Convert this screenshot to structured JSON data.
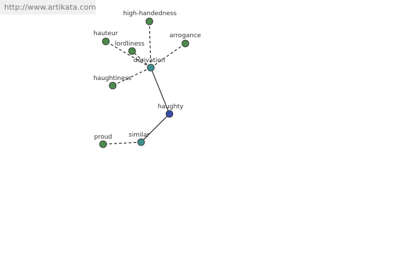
{
  "source_url": "http://www.artikata.com",
  "colors": {
    "background": "#ffffff",
    "banner": "#f0f0f0",
    "url_text": "#7a7a7a",
    "edge": "#000000",
    "leaf_node": "#4e8a4e",
    "hub_node": "#3f8f8f",
    "center_node": "#3a4fa8",
    "node_stroke": "#2a2a2a"
  },
  "nodes": [
    {
      "id": "haughty",
      "label": "haughty",
      "kind": "center"
    },
    {
      "id": "derivation",
      "label": "derivation",
      "kind": "hub"
    },
    {
      "id": "similar",
      "label": "similar",
      "kind": "hub"
    },
    {
      "id": "high-handedness",
      "label": "high-handedness",
      "kind": "leaf"
    },
    {
      "id": "hauteur",
      "label": "hauteur",
      "kind": "leaf"
    },
    {
      "id": "lordliness",
      "label": "lordliness",
      "kind": "leaf"
    },
    {
      "id": "arrogance",
      "label": "arrogance",
      "kind": "leaf"
    },
    {
      "id": "haughtiness",
      "label": "haughtiness",
      "kind": "leaf"
    },
    {
      "id": "proud",
      "label": "proud",
      "kind": "leaf"
    }
  ],
  "edges": [
    {
      "from": "haughty",
      "to": "derivation",
      "style": "solid"
    },
    {
      "from": "haughty",
      "to": "similar",
      "style": "solid"
    },
    {
      "from": "derivation",
      "to": "high-handedness",
      "style": "dashed"
    },
    {
      "from": "derivation",
      "to": "hauteur",
      "style": "dashed"
    },
    {
      "from": "derivation",
      "to": "lordliness",
      "style": "dashed"
    },
    {
      "from": "derivation",
      "to": "arrogance",
      "style": "dashed"
    },
    {
      "from": "derivation",
      "to": "haughtiness",
      "style": "dashed"
    },
    {
      "from": "similar",
      "to": "proud",
      "style": "dashed"
    }
  ]
}
